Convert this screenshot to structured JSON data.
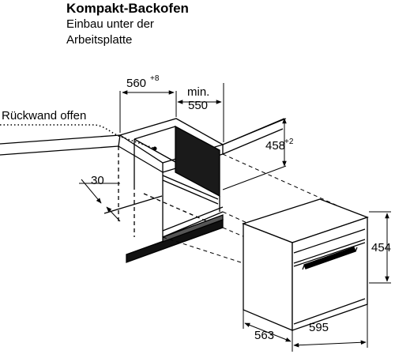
{
  "header": {
    "title": "Kompakt-Backofen",
    "subtitle_line1": "Einbau unter der",
    "subtitle_line2": "Arbeitsplatte"
  },
  "labels": {
    "rear_wall": "Rückwand offen",
    "niche_width": "560",
    "niche_width_tol": "+8",
    "niche_depth_min": "min.",
    "niche_depth": "550",
    "niche_height": "458",
    "niche_height_tol": "+2",
    "front_offset": "30",
    "oven_height": "454",
    "oven_depth": "563",
    "oven_width": "595"
  }
}
